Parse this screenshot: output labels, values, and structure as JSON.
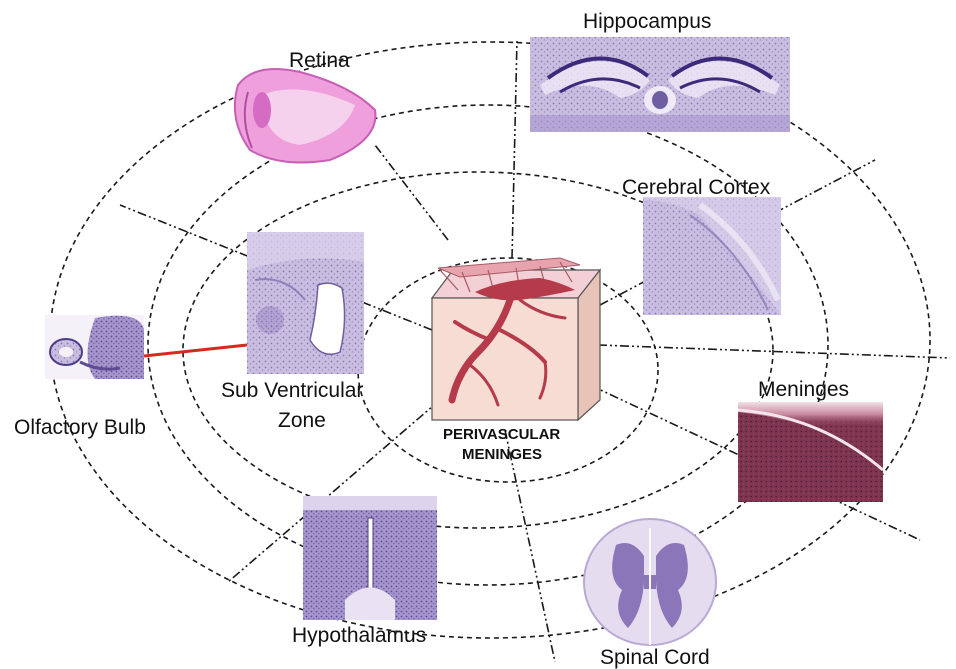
{
  "center": {
    "label_line1": "PERIVASCULAR",
    "label_line2": "MENINGES"
  },
  "regions": {
    "hippocampus": "Hippocampus",
    "retina": "Retina",
    "cerebral_cortex": "Cerebral Cortex",
    "svz_line1": "Sub Ventricular",
    "svz_line2": "Zone",
    "olfactory_bulb": "Olfactory Bulb",
    "meninges": "Meninges",
    "hypothalamus": "Hypothalamus",
    "spinal_cord": "Spinal Cord"
  },
  "colors": {
    "tissue_purple": "#8a76b8",
    "tissue_light": "#cfc3e3",
    "retina_pink": "#e88fd8",
    "meninges_stain": "#8a3a55",
    "vessel_red": "#b53a4a",
    "connector_red": "#d62a1e"
  }
}
